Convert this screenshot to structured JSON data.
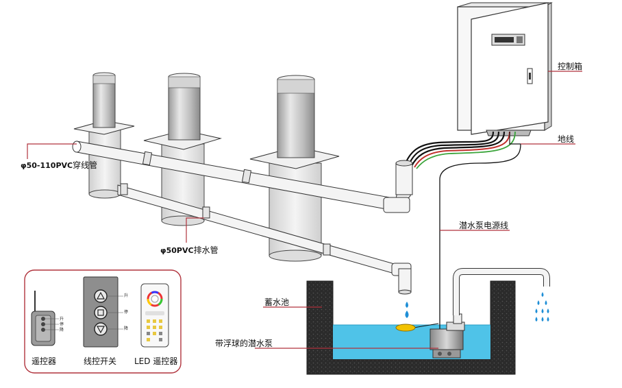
{
  "labels": {
    "control_box": "控制箱",
    "ground_wire": "地线",
    "pvc_conduit_prefix": "φ50-110PVC",
    "pvc_conduit_suffix": "穿线管",
    "drain_pipe_prefix": "φ50PVC",
    "drain_pipe_suffix": "排水管",
    "pump_power_line": "潜水泵电源线",
    "reservoir": "蓄水池",
    "float_pump": "带浮球的潜水泵"
  },
  "controls": {
    "remote_caption": "遥控器",
    "wired_switch_caption": "线控开关",
    "led_remote_caption": "LED 遥控器",
    "up_label": "升",
    "stop_label": "停",
    "down_label": "降"
  },
  "colors": {
    "line_red": "#b0323c",
    "water_blue": "#4fc3e8",
    "pipe_fill": "#f2f2f2",
    "soil": "#2a2a2a",
    "wire_green": "#3aa43a",
    "wire_red": "#c0302c",
    "float_yellow": "#f2c200",
    "drop_blue": "#1e8ed6"
  }
}
